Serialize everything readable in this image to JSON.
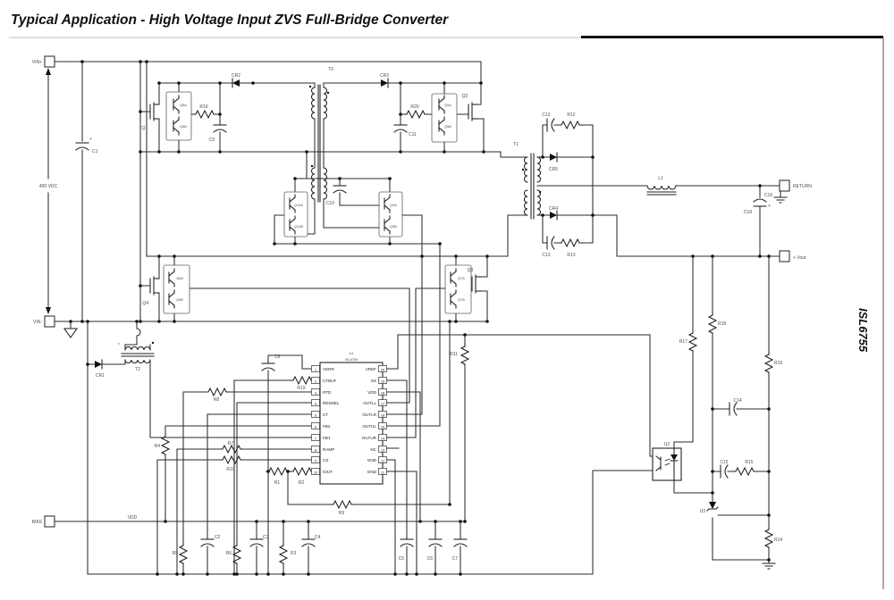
{
  "header": {
    "title": "Typical Application - High Voltage Input ZVS Full-Bridge Converter",
    "part_number": "ISL6755"
  },
  "terminals": {
    "vin_plus": "VIN+",
    "vin_minus": "VIN-",
    "bias": "BIAS",
    "ret": "RETURN",
    "vout": "+ Vout"
  },
  "nets": {
    "input_voltage": "400 VDC",
    "vdd": "VDD"
  },
  "ic": {
    "ref": "U1",
    "part": "ISL6755",
    "left_pins": [
      {
        "n": "1",
        "name": "VERR"
      },
      {
        "n": "2",
        "name": "CTBUF"
      },
      {
        "n": "3",
        "name": "RTD"
      },
      {
        "n": "4",
        "name": "RESDEL"
      },
      {
        "n": "5",
        "name": "CT"
      },
      {
        "n": "6",
        "name": "FB2"
      },
      {
        "n": "7",
        "name": "FB1"
      },
      {
        "n": "8",
        "name": "RAMP"
      },
      {
        "n": "9",
        "name": "CS"
      },
      {
        "n": "10",
        "name": "IOUT"
      }
    ],
    "right_pins": [
      {
        "n": "20",
        "name": "VREF"
      },
      {
        "n": "19",
        "name": "SS"
      },
      {
        "n": "18",
        "name": "VDD"
      },
      {
        "n": "17",
        "name": "OUTLL"
      },
      {
        "n": "16",
        "name": "OUTLR"
      },
      {
        "n": "15",
        "name": "OUTUL"
      },
      {
        "n": "14",
        "name": "OUTUR"
      },
      {
        "n": "13",
        "name": "NC"
      },
      {
        "n": "12",
        "name": "GND"
      },
      {
        "n": "11",
        "name": "GND"
      }
    ]
  },
  "labels": {
    "c1": "C1",
    "c2": "C2",
    "c3": "C3",
    "c4": "C4",
    "c5": "C5",
    "c6": "C6",
    "c7": "C7",
    "c8": "C8",
    "c9": "C9",
    "c10": "C10",
    "c11": "C11",
    "c12": "C12",
    "c13": "C13",
    "c14": "C14",
    "c15": "C15",
    "c16": "C16",
    "c18": "C18",
    "r1": "R1",
    "r2": "R2",
    "r3": "R3",
    "r4": "R4",
    "r5": "R5",
    "r6": "R6",
    "r7": "R7",
    "r8": "R8",
    "r9": "R9",
    "r10": "R10",
    "r11": "R11",
    "r12": "R12",
    "r13": "R13",
    "r14": "R14",
    "r15": "R15",
    "r16": "R16",
    "r17": "R17",
    "r18": "R18",
    "r19a": "R19",
    "r19b": "R19",
    "r20": "R20",
    "cr1": "CR1",
    "cr2": "CR2",
    "cr3": "CR3",
    "cr4": "CR4",
    "cr5": "CR5",
    "q1": "Q1",
    "q2": "Q2",
    "q3": "Q3",
    "q4": "Q4",
    "q5a": "Q5A",
    "q5b": "Q5B",
    "q6a": "Q6A",
    "q6b": "Q6B",
    "q7a": "Q7A",
    "q7b": "Q7B",
    "q8a": "Q8A",
    "q8b": "Q8B",
    "q9a": "Q9A",
    "q9b": "Q9B",
    "q10a": "Q10A",
    "q10b": "Q10B",
    "t1": "T1",
    "t2": "T2",
    "t3": "T3",
    "l1": "L1",
    "u2": "U2",
    "u3": "U3",
    "star": "*",
    "plus": "+"
  }
}
